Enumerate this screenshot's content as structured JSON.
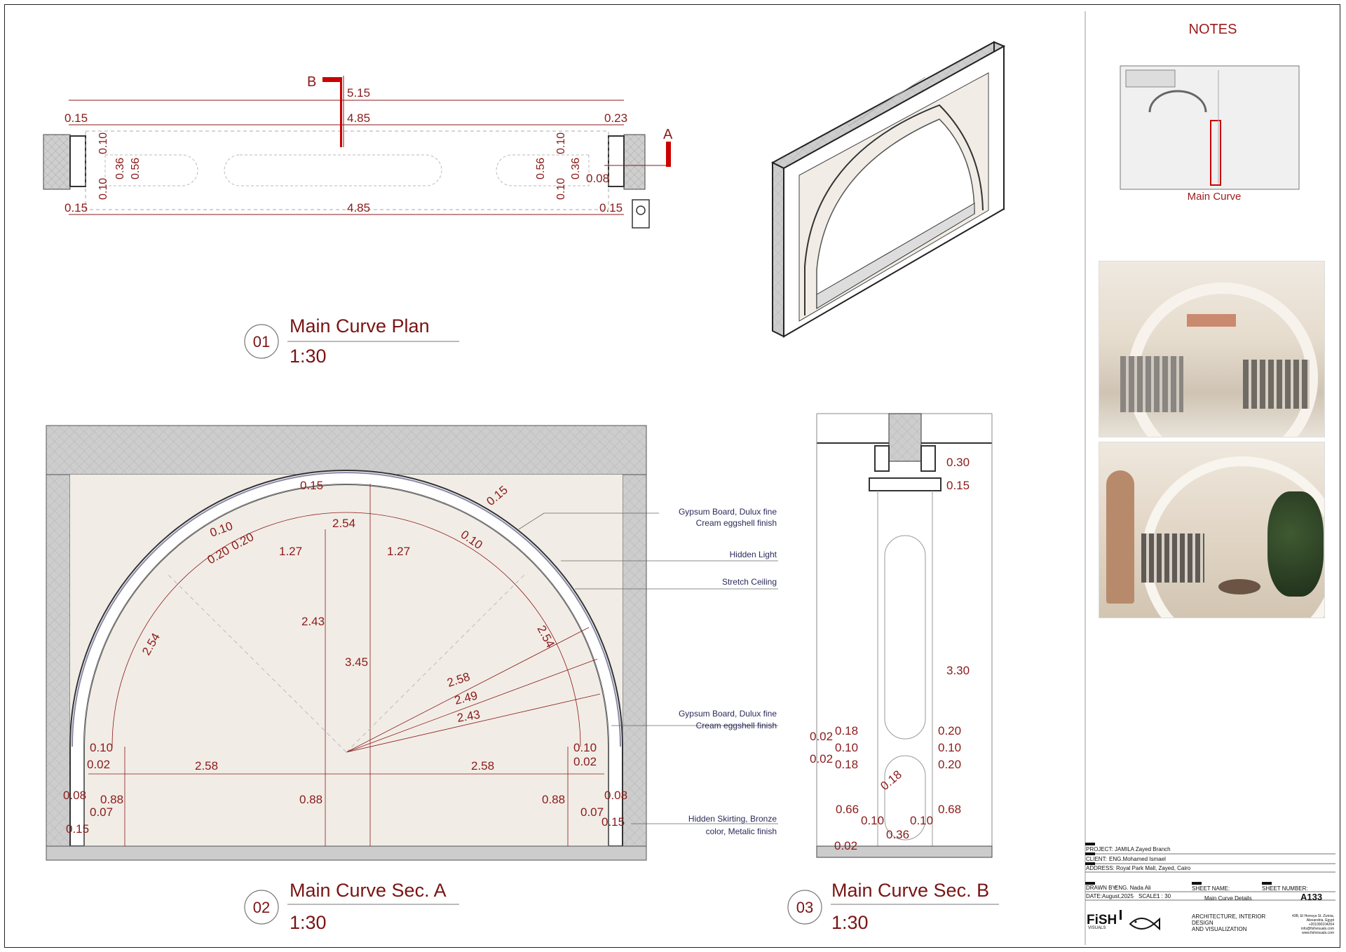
{
  "notes_header": "NOTES",
  "key_plan_label": "Main Curve",
  "views": [
    {
      "num": "01",
      "title": "Main Curve Plan",
      "scale": "1:30"
    },
    {
      "num": "02",
      "title": "Main Curve Sec. A",
      "scale": "1:30"
    },
    {
      "num": "03",
      "title": "Main Curve Sec. B",
      "scale": "1:30"
    }
  ],
  "section_marks": {
    "a": "A",
    "b": "B"
  },
  "plan_dims": {
    "overall": "5.15",
    "inner_top": "4.85",
    "inner_bottom": "4.85",
    "left_top": "0.15",
    "left_bottom": "0.15",
    "right_top": "0.23",
    "right_bottom": "0.15",
    "v010": "0.10",
    "v036": "0.36",
    "v056": "0.56",
    "v008": "0.08"
  },
  "secA_dims": {
    "d015": "0.15",
    "d254": "2.54",
    "d127": "1.27",
    "d243": "2.43",
    "d345": "3.45",
    "d258": "2.58",
    "d249": "2.49",
    "d010": "0.10",
    "d020": "0.20",
    "d002": "0.02",
    "d088": "0.88",
    "d008": "0.08",
    "d007": "0.07"
  },
  "secB_dims": {
    "d030": "0.30",
    "d015": "0.15",
    "d330": "3.30",
    "d018": "0.18",
    "d002": "0.02",
    "d020": "0.20",
    "d010": "0.10",
    "d066": "0.66",
    "d068": "0.68",
    "d036": "0.36"
  },
  "annotations": {
    "gypsum_top": [
      "Gypsum Board, Dulux fine",
      "Cream eggshell finish"
    ],
    "hidden_light": "Hidden Light",
    "stretch_ceiling": "Stretch Ceiling",
    "gypsum_bottom": [
      "Gypsum Board, Dulux fine",
      "Cream eggshell finish"
    ],
    "skirting": [
      "Hidden Skirting, Bronze",
      "color, Metalic finish"
    ]
  },
  "title_block": {
    "project_label": "PROJECT:",
    "project": "JAMILA Zayed Branch",
    "client_label": "CLIENT:",
    "client": "ENG.Mohamed Ismael",
    "address_label": "ADDRESS:",
    "address": "Royal Park Mall, Zayed, Cairo",
    "drawn_label": "DRAWN BY:",
    "drawn": "ENG. Nada Ali",
    "date_label": "DATE:",
    "date": "August,2025",
    "scale_label": "SCALE:",
    "scale": "1 : 30",
    "sheet_name_label": "SHEET NAME:",
    "sheet_name": "Main Curve Details",
    "sheet_number_label": "SHEET NUMBER:",
    "sheet_number": "A133",
    "brand": "FiSH",
    "brand_sub": "VISUALS",
    "services": [
      "ARCHITECTURE, INTERIOR",
      "DESIGN",
      "AND VISUALIZATION"
    ],
    "contact": [
      "43B, El Horreya St. Zizinia,",
      "Alexandria, Egypt",
      "+201000104264",
      "info@fishvisuals.com",
      "www.fishvisuals.com"
    ]
  },
  "colors": {
    "accent": "#8b1a1a",
    "title": "#7a1414",
    "wall": "#cfcfcf",
    "note": "#2a2a5a"
  }
}
